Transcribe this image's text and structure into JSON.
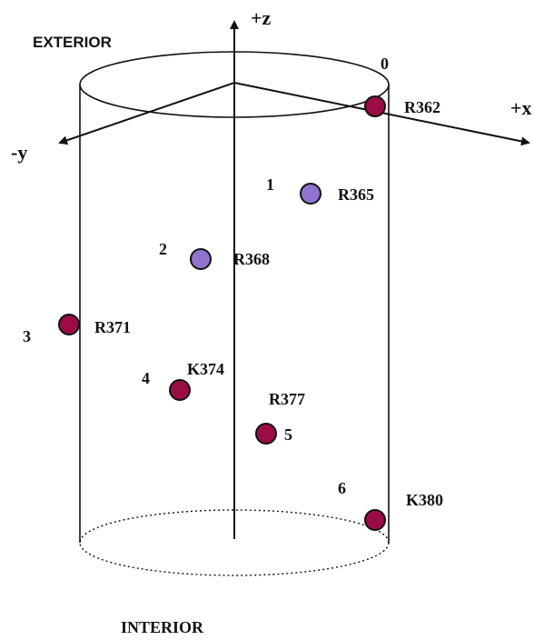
{
  "labels": {
    "exterior": "EXTERIOR",
    "interior": "INTERIOR"
  },
  "axes": {
    "z": "+z",
    "x": "+x",
    "y": "-y"
  },
  "colors": {
    "maroon": "#9b0b45",
    "purple": "#8f73cf",
    "stroke": "#111111"
  },
  "residues": [
    {
      "index": "0",
      "name": "R362",
      "color": "maroon"
    },
    {
      "index": "1",
      "name": "R365",
      "color": "purple"
    },
    {
      "index": "2",
      "name": "R368",
      "color": "purple"
    },
    {
      "index": "3",
      "name": "R371",
      "color": "maroon"
    },
    {
      "index": "4",
      "name": "K374",
      "color": "maroon"
    },
    {
      "index": "5",
      "name": "R377",
      "color": "maroon"
    },
    {
      "index": "6",
      "name": "K380",
      "color": "maroon"
    }
  ]
}
